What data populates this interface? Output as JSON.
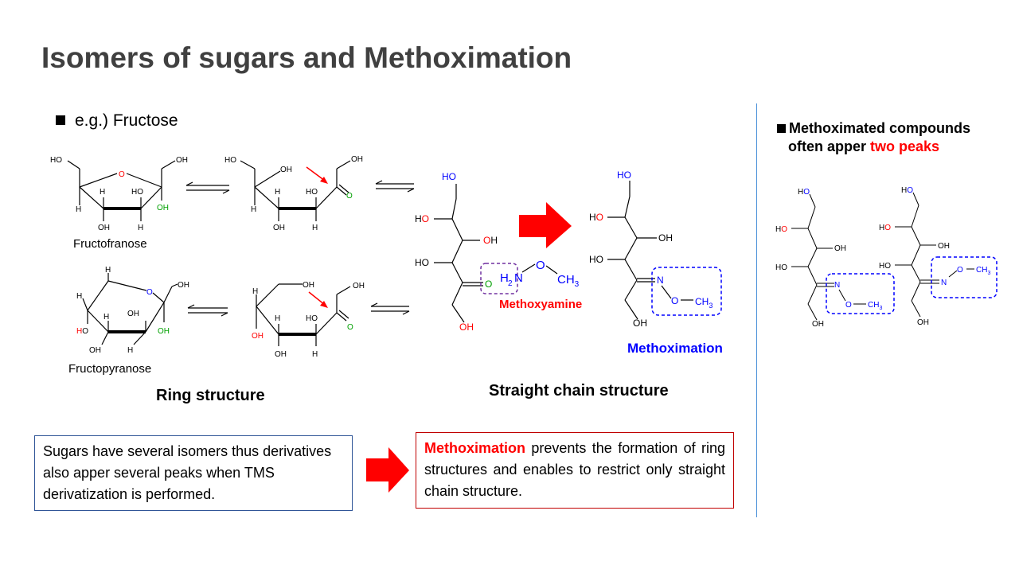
{
  "title": "Isomers of sugars and Methoximation",
  "example": "e.g.) Fructose",
  "labels": {
    "fructofranose": "Fructofranose",
    "fructopyranose": "Fructopyranose",
    "ring_structure": "Ring structure",
    "straight_chain_structure": "Straight chain structure",
    "methoxyamine": "Methoxyamine",
    "methoximation": "Methoximation"
  },
  "box_left": "Sugars have several isomers thus derivatives also apper several peaks when TMS derivatization is performed.",
  "box_right": {
    "highlight": "Methoximation",
    "rest": " prevents the formation of ring structures and enables to restrict only straight chain structure."
  },
  "side": {
    "line1": "Methoximated compounds",
    "line2_prefix": "often apper ",
    "line2_highlight": "two peaks"
  },
  "colors": {
    "accent_red": "#ff0000",
    "accent_blue": "#0000ff",
    "box_blue_border": "#2f5597",
    "box_red_border": "#c00000",
    "divider": "#4a90d9"
  }
}
